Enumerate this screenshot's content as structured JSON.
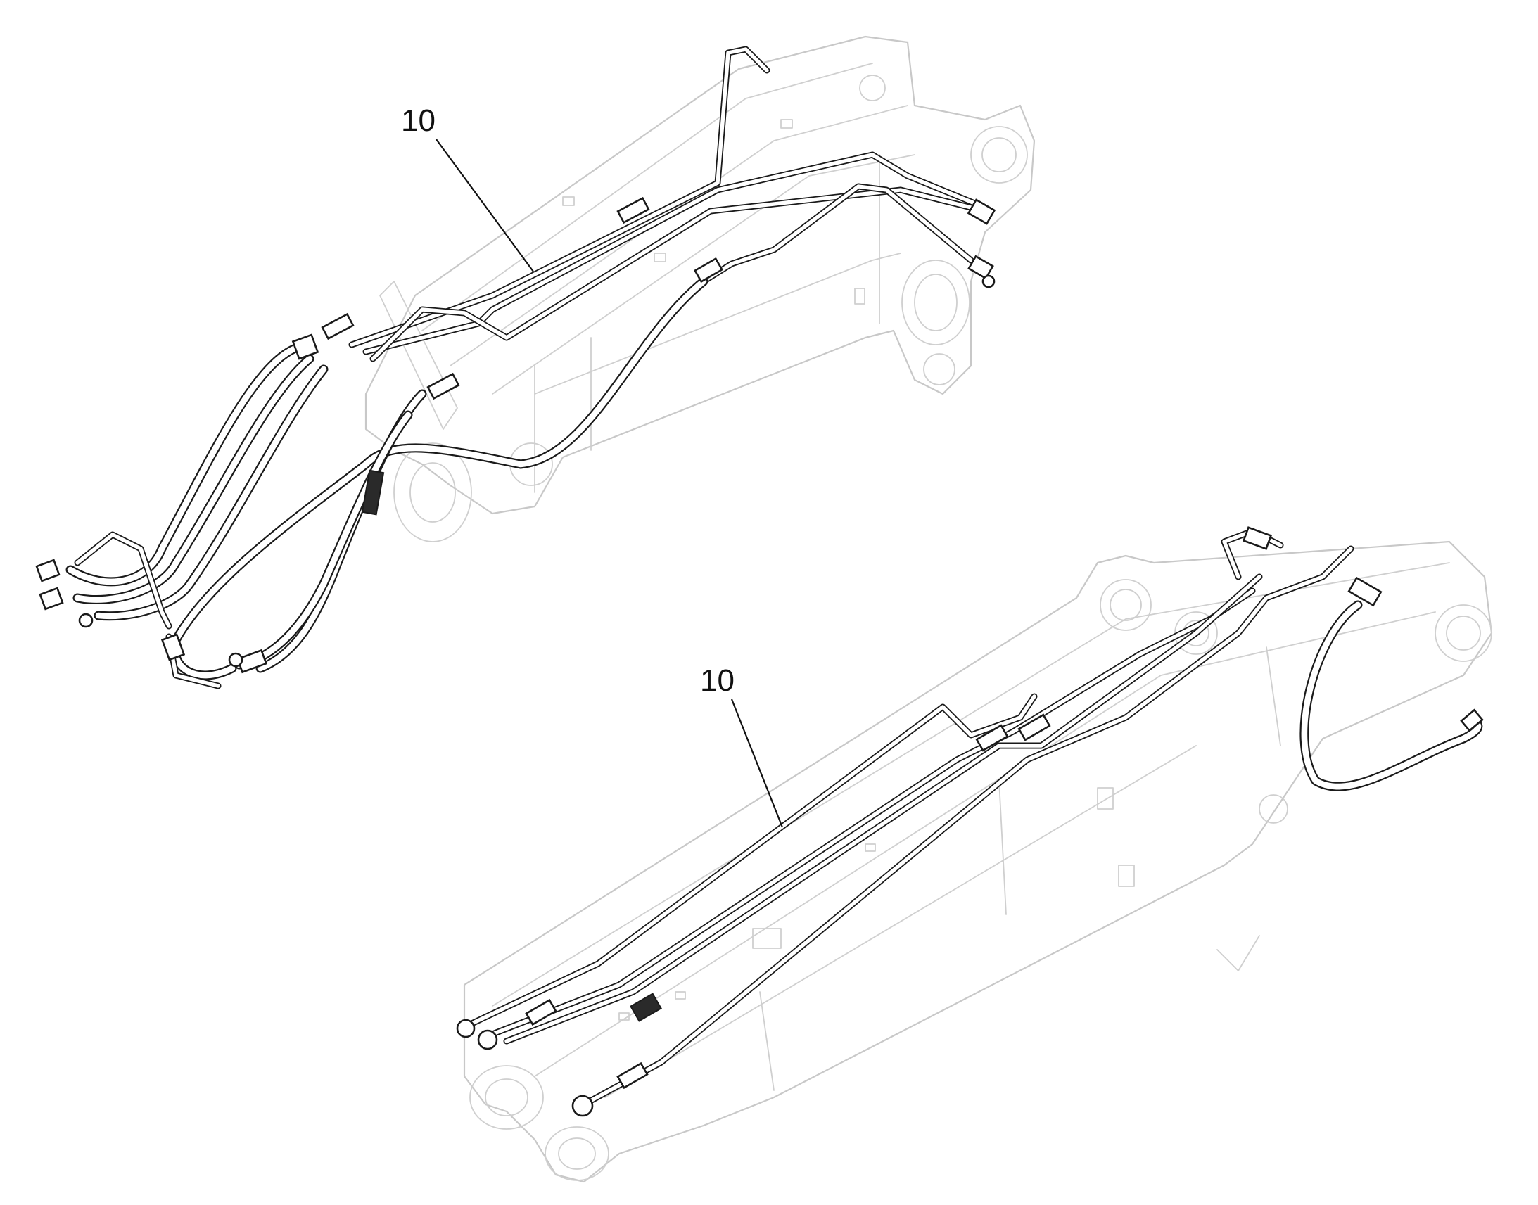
{
  "callouts": [
    {
      "id": "upper",
      "label": "10"
    },
    {
      "id": "lower",
      "label": "10"
    }
  ],
  "colors": {
    "background": "#ffffff",
    "structure_outline": "#c8c8c8",
    "line_drawing": "#1a1a1a"
  }
}
